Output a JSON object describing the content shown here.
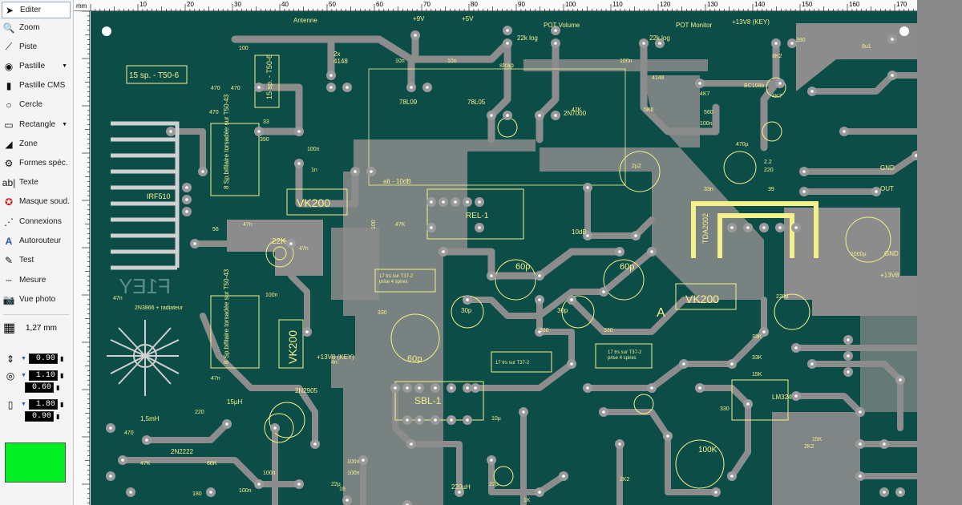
{
  "tools": [
    {
      "label": "Editer",
      "icon": "arrow-cursor-icon",
      "active": true
    },
    {
      "label": "Zoom",
      "icon": "magnifier-icon"
    },
    {
      "label": "Piste",
      "icon": "track-line-icon"
    },
    {
      "label": "Pastille",
      "icon": "pad-icon",
      "dropdown": true
    },
    {
      "label": "Pastille CMS",
      "icon": "smd-pad-icon"
    },
    {
      "label": "Cercle",
      "icon": "circle-icon"
    },
    {
      "label": "Rectangle",
      "icon": "rectangle-icon",
      "dropdown": true
    },
    {
      "label": "Zone",
      "icon": "zone-icon"
    },
    {
      "label": "Formes spéc.",
      "icon": "special-shapes-icon"
    },
    {
      "label": "Texte",
      "icon": "text-icon"
    },
    {
      "label": "Masque soud.",
      "icon": "solder-mask-icon"
    },
    {
      "label": "Connexions",
      "icon": "connections-icon"
    },
    {
      "label": "Autorouteur",
      "icon": "autorouter-icon"
    },
    {
      "label": "Test",
      "icon": "test-probe-icon"
    },
    {
      "label": "Mesure",
      "icon": "measure-icon"
    },
    {
      "label": "Vue photo",
      "icon": "camera-icon"
    }
  ],
  "grid": {
    "value": "1,27 mm",
    "icon": "grid-icon"
  },
  "params": {
    "track_width": "0.90",
    "pad_outer": "1.10",
    "pad_inner": "0.60",
    "smd_width": "1.80",
    "smd_height": "0.90"
  },
  "colors": {
    "layer_swatch": "#00ee22",
    "board": "#0c4d48",
    "copper": "#8c8c8c",
    "silkscreen": "#f5f08a"
  },
  "ruler": {
    "unit": "mm",
    "top_labels": [
      "10",
      "20",
      "30",
      "40",
      "50",
      "60",
      "70",
      "80",
      "90",
      "100",
      "110",
      "120",
      "130",
      "140",
      "150",
      "160",
      "170"
    ]
  },
  "board": {
    "labels": {
      "antenne": "Antenne",
      "v9": "+9V",
      "v5": "+5V",
      "pot_volume": "POT Volume",
      "pot_monitor": "POT Monitor",
      "v138key": "+13V8 (KEY)",
      "k22log_a": "22k log",
      "k22log_b": "22k log",
      "strap": "strap",
      "n4148x2": "2x\n4148",
      "l_78l09": "78L09",
      "l_78l05": "78L05",
      "n7000": "2N7000",
      "bc108": "BC108b",
      "t50_6a": "15 sp. - T50-6",
      "t50_6b": "15 sp. - T50-6",
      "bifil_a": "8 Sp.bifilaire torsadée sur T50-43",
      "bifil_b": "8 Sp.bifilaire torsadée sur T50-43",
      "irf510": "IRF510",
      "vk200_a": "VK200",
      "vk200_b": "VK200",
      "vk200_c": "VK200",
      "rel1": "REL-1",
      "att": "att - 10dB",
      "db10": "10dB",
      "t37_a": "17 trs sur T37-2\nprise 4 spires",
      "t37_b": "17 trs sur T37-2",
      "t37_c": "17 trs sur T37-2\nprise 4 spires",
      "p60a": "60p",
      "p60b": "60p",
      "p60c": "60p",
      "p30a": "30p",
      "p30b": "30p",
      "k22": "22K",
      "k100": "100K",
      "sbl1": "SBL-1",
      "lm324": "LM324",
      "tda2002": "TDA2002",
      "n2n3866": "2N3866 + radiateur",
      "n2n2905": "2N2905",
      "n2n2222": "2N2222",
      "mh15": "1,5mH",
      "uh220": "220µH",
      "uh15": "15µH",
      "gnd1": "GND",
      "gnd2": "GND",
      "out": "OUT",
      "v138": "+13V8",
      "v138key2": "+13V8 (KEY)",
      "letterA": "A",
      "f1ey": "F1EY",
      "p1000": "1000µ",
      "p470": "470µ",
      "p220": "220µ"
    }
  }
}
